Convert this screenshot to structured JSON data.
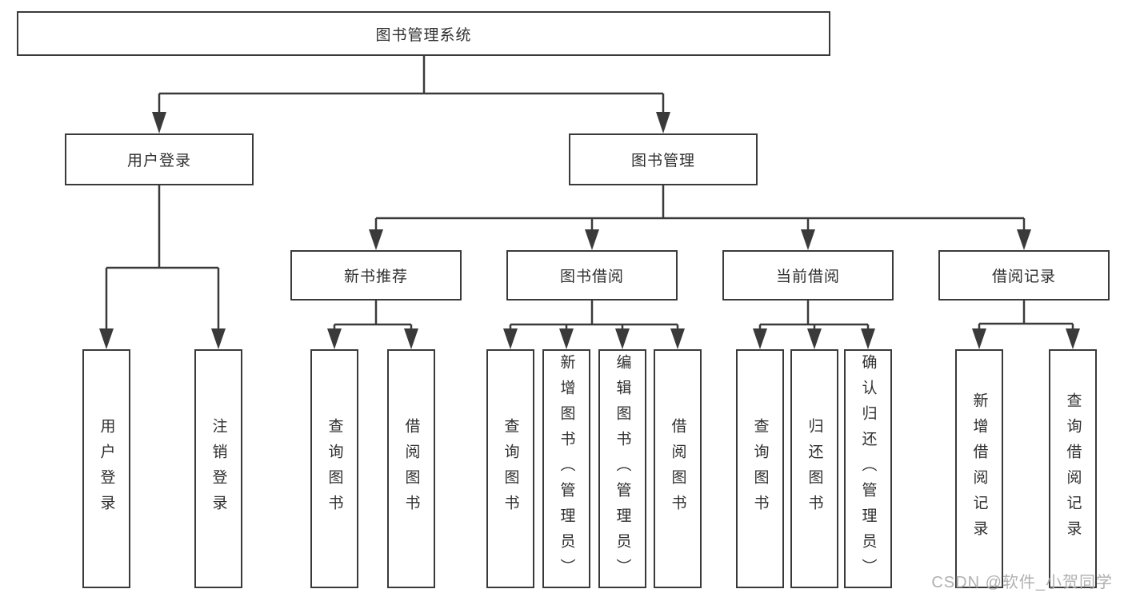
{
  "tree": {
    "root": {
      "label": "图书管理系统",
      "children": [
        {
          "label": "用户登录",
          "children": [
            {
              "label": "用户登录"
            },
            {
              "label": "注销登录"
            }
          ]
        },
        {
          "label": "图书管理",
          "children": [
            {
              "label": "新书推荐",
              "children": [
                {
                  "label": "查询图书"
                },
                {
                  "label": "借阅图书"
                }
              ]
            },
            {
              "label": "图书借阅",
              "children": [
                {
                  "label": "查询图书"
                },
                {
                  "label": "新增图书（管理员）"
                },
                {
                  "label": "编辑图书（管理员）"
                },
                {
                  "label": "借阅图书"
                }
              ]
            },
            {
              "label": "当前借阅",
              "children": [
                {
                  "label": "查询图书"
                },
                {
                  "label": "归还图书"
                },
                {
                  "label": "确认归还（管理员）"
                }
              ]
            },
            {
              "label": "借阅记录",
              "children": [
                {
                  "label": "新增借阅记录"
                },
                {
                  "label": "查询借阅记录"
                }
              ]
            }
          ]
        }
      ]
    }
  },
  "watermark": "CSDN @软件_小贺同学",
  "colors": {
    "line": "#3a3a3a",
    "box_border": "#3a3a3a",
    "text": "#2f2f2f",
    "background": "#ffffff",
    "watermark": "#b0b0b0"
  }
}
